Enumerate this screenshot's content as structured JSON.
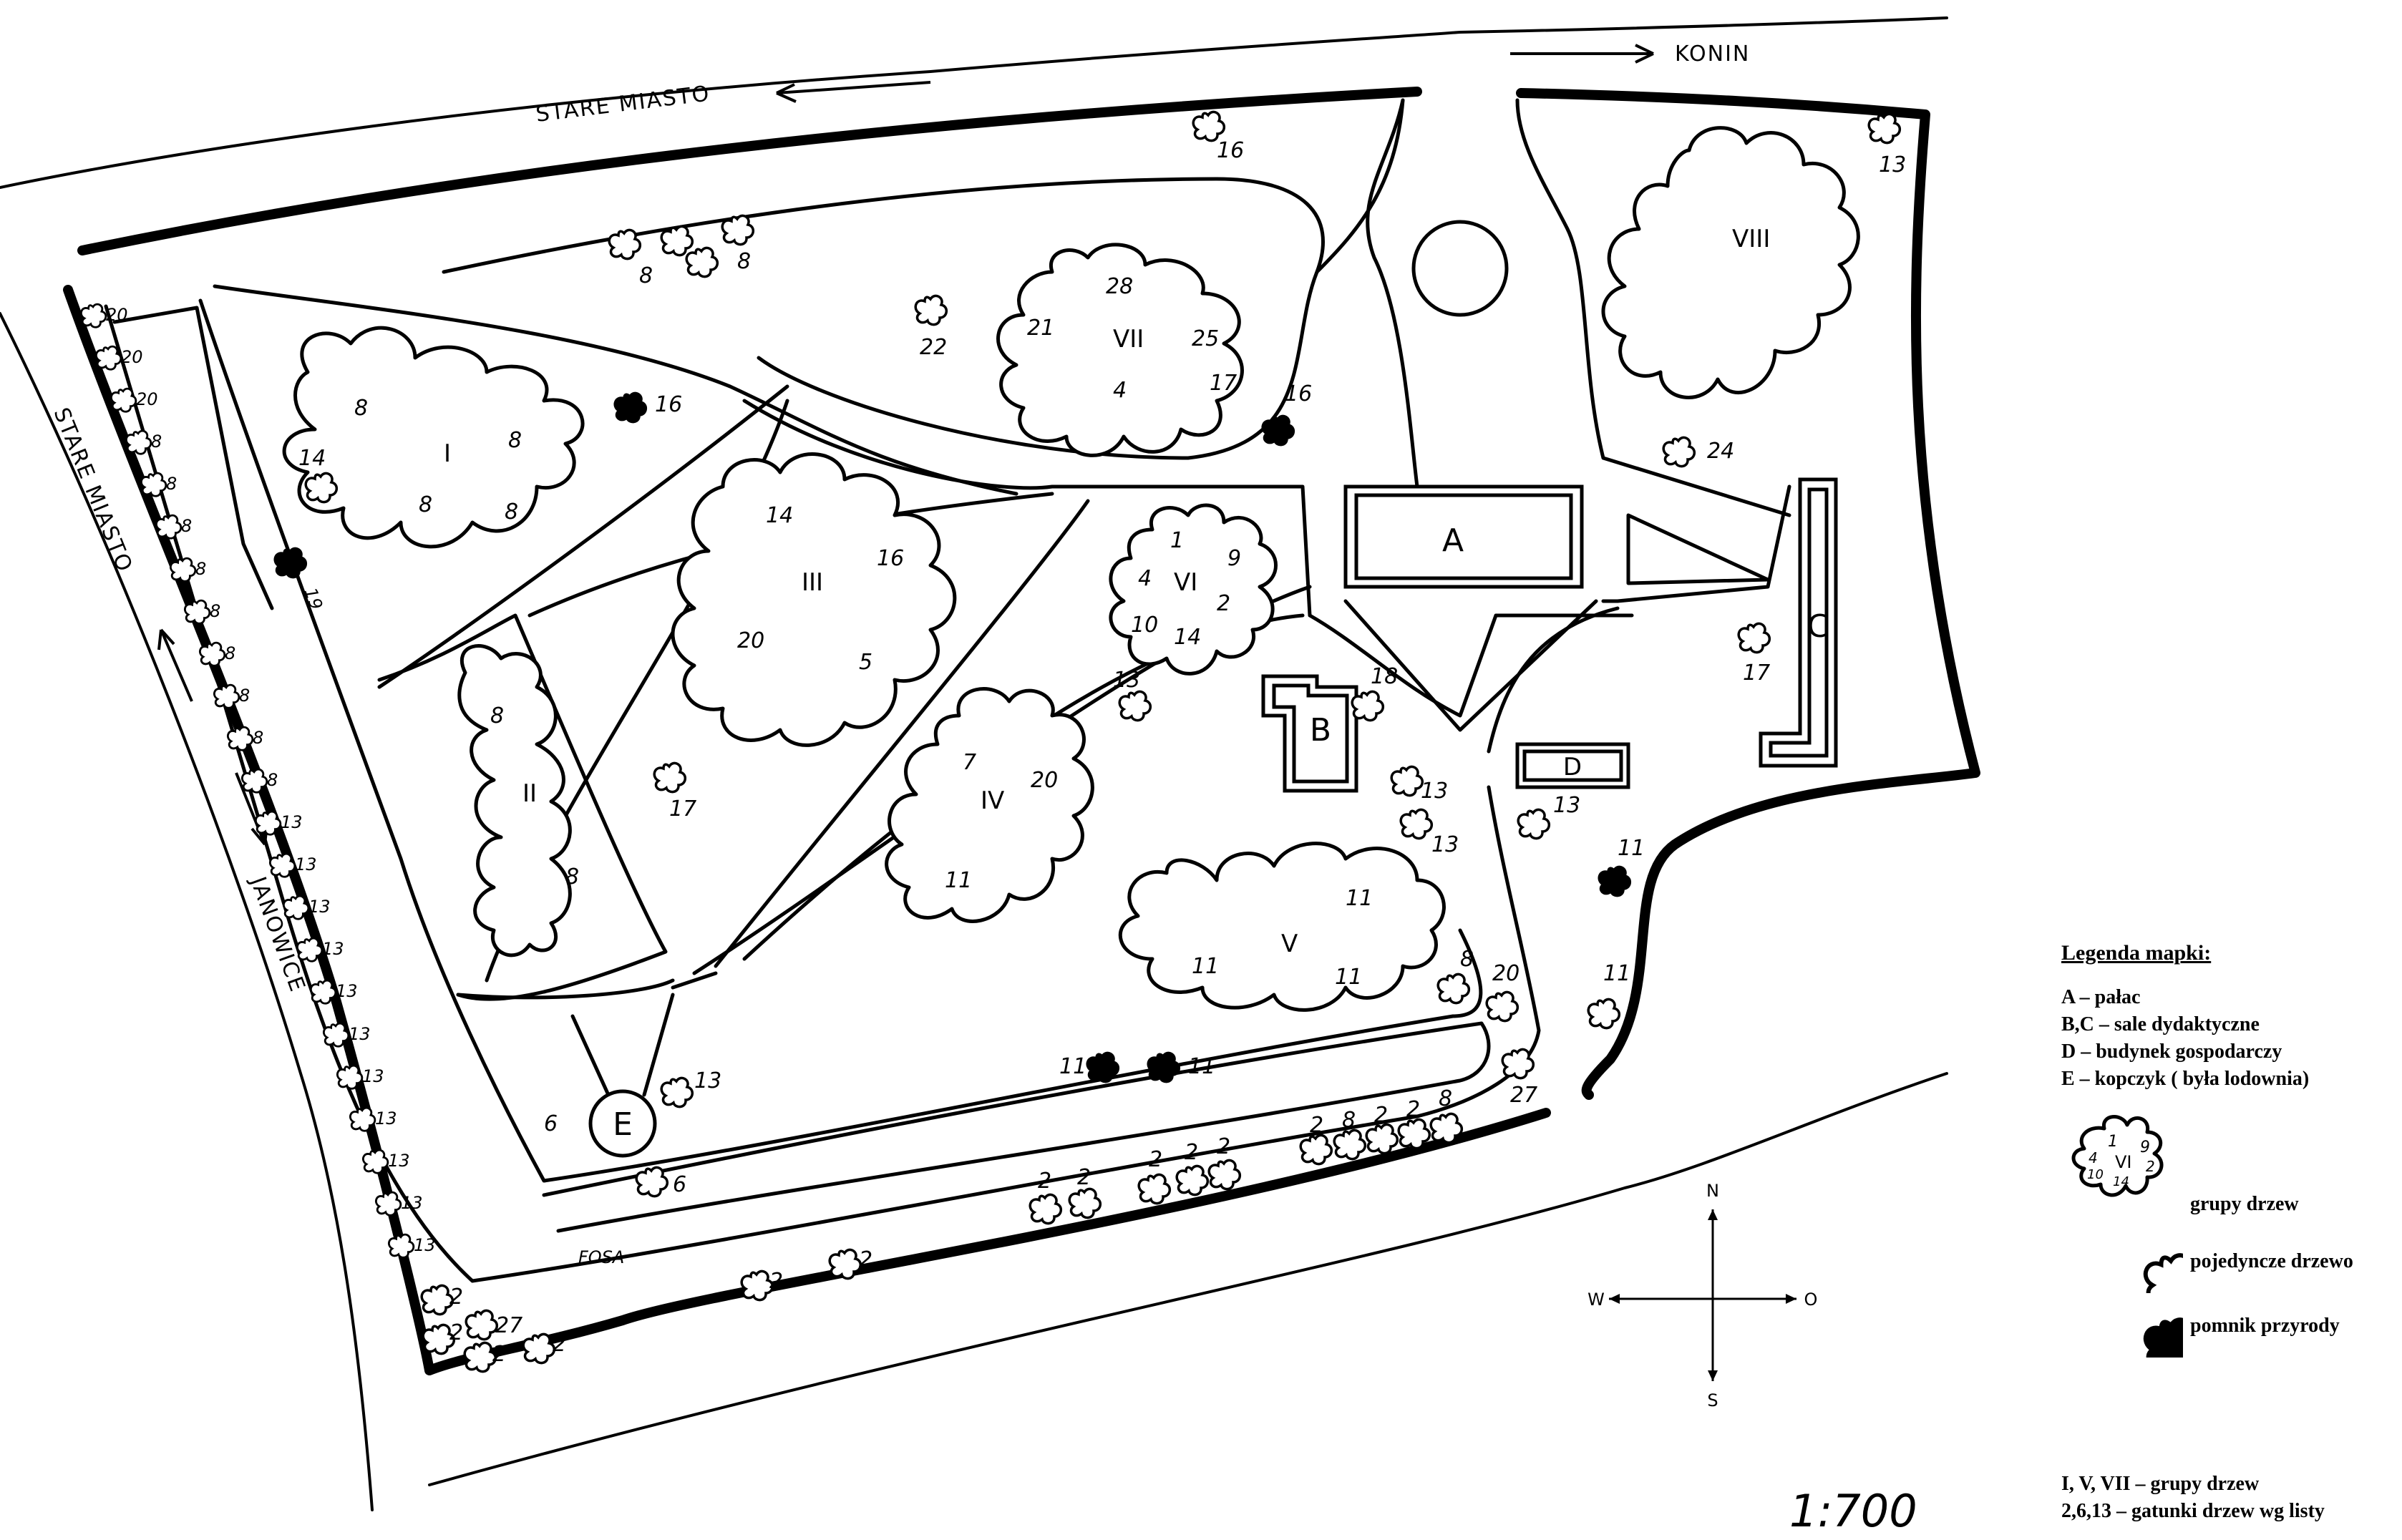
{
  "roads": {
    "stare_miasto_top": "STARE MIASTO",
    "konin": "KONIN",
    "stare_miasto_left": "STARE MIASTO",
    "janowice": "JANOWICE"
  },
  "buildings": {
    "a": "A",
    "b": "B",
    "c": "C",
    "d": "D",
    "e": "E"
  },
  "tree_groups": [
    {
      "id": "I",
      "numbers": [
        "8",
        "8",
        "8",
        "8"
      ]
    },
    {
      "id": "II",
      "numbers": [
        "8",
        "8"
      ]
    },
    {
      "id": "III",
      "numbers": [
        "14",
        "16",
        "20",
        "5"
      ]
    },
    {
      "id": "IV",
      "numbers": [
        "7",
        "20",
        "11"
      ]
    },
    {
      "id": "V",
      "numbers": [
        "11",
        "11",
        "11"
      ]
    },
    {
      "id": "VI",
      "numbers": [
        "1",
        "9",
        "4",
        "2",
        "10",
        "14"
      ]
    },
    {
      "id": "VII",
      "numbers": [
        "28",
        "21",
        "25",
        "4",
        "17"
      ]
    },
    {
      "id": "VIII",
      "numbers": []
    }
  ],
  "labels": {
    "fosa": "FOSA",
    "compass_n": "N",
    "compass_w": "W",
    "compass_o": "O",
    "compass_s": "S",
    "scale": "1:700"
  },
  "tree_numbers": {
    "t16a": "16",
    "t8a": "8",
    "t8b": "8",
    "t22": "22",
    "t16b": "16",
    "t16c": "16",
    "t13a": "13",
    "t24": "24",
    "t14": "14",
    "t19": "19",
    "t17a": "17",
    "t13b": "13",
    "t18": "18",
    "t13c": "13",
    "t13d": "13",
    "t13e": "13",
    "t17b": "17",
    "t11a": "11",
    "t11b": "11",
    "t8c": "8",
    "t20a": "20",
    "t27a": "27",
    "t11c": "11",
    "t11d": "11",
    "t13f": "13",
    "t6a": "6",
    "t6b": "6",
    "t2a": "2",
    "t2b": "2",
    "t2c": "2",
    "t2d": "2",
    "t2e": "2",
    "t2f": "2",
    "t2g": "2",
    "t2h": "2",
    "t2i": "2",
    "t2j": "2",
    "t8d": "8",
    "t2k": "2",
    "t8e": "8",
    "t2l": "2",
    "t2m": "2",
    "t27b": "27",
    "t2n": "2",
    "left_column": [
      "20",
      "20",
      "20",
      "8",
      "8",
      "8",
      "8",
      "8",
      "8",
      "8",
      "8",
      "8",
      "13",
      "13",
      "13",
      "13",
      "13",
      "13",
      "13",
      "13",
      "13",
      "13",
      "13"
    ]
  },
  "legend": {
    "title": "Legenda mapki:",
    "items": [
      "A – pałac",
      "B,C – sale dydaktyczne",
      "D – budynek gospodarczy",
      "E – kopczyk ( była lodownia)"
    ],
    "symbol_example": {
      "roman": "VI",
      "numbers": [
        "1",
        "9",
        "4",
        "2",
        "10",
        "14"
      ]
    },
    "symbols": [
      "grupy drzew",
      "pojedyncze drzewo",
      "pomnik przyrody"
    ],
    "notes": [
      "I, V, VII – grupy drzew",
      "2,6,13 – gatunki drzew wg listy"
    ]
  }
}
